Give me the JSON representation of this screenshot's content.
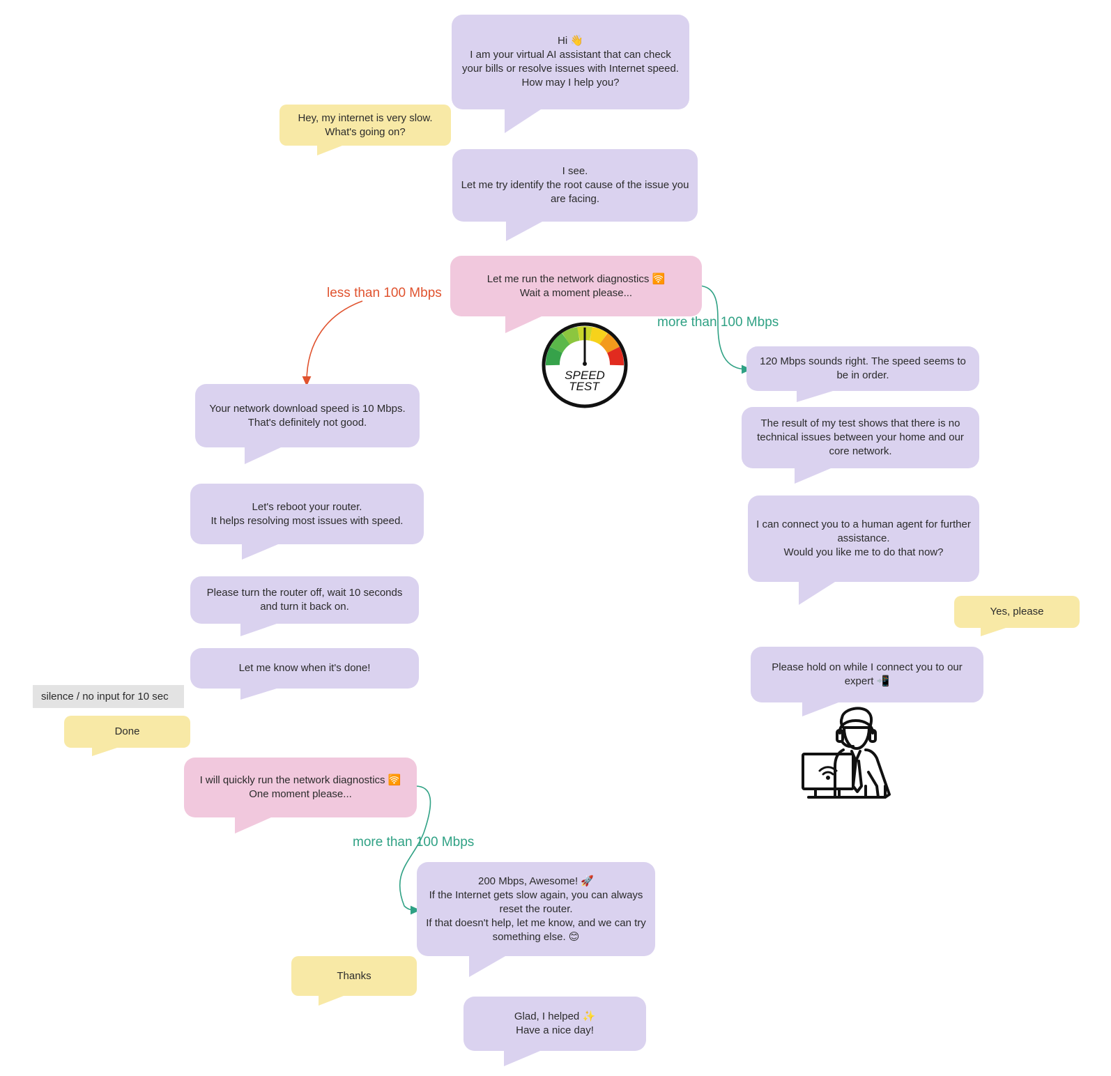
{
  "colors": {
    "bot_bubble": "#dad2ef",
    "diagnostic_bubble": "#f1c8dd",
    "user_bubble": "#f8e9a6",
    "note": "#e3e3e3",
    "less_branch": "#e0532f",
    "more_branch": "#2fa184"
  },
  "messages": {
    "greeting": "Hi 👋\nI am your virtual AI assistant that can check your bills or resolve issues with Internet speed.\nHow may I help you?",
    "user_slow": "Hey, my internet is very slow.\nWhat's going on?",
    "i_see": "I see.\nLet me try identify the root cause of the issue you are facing.",
    "run_diag": "Let me run the network diagnostics 🛜\nWait a moment please...",
    "speed_10": "Your network download speed is 10 Mbps.\nThat's definitely not good.",
    "reboot": "Let's reboot your router.\nIt helps resolving most issues with speed.",
    "turn_off": "Please turn the router off, wait 10 seconds and turn it back on.",
    "let_me_know": "Let me know when it's done!",
    "silence": "silence / no input for 10 sec",
    "done": "Done",
    "quick_diag": "I will quickly run the network diagnostics 🛜\nOne moment please...",
    "speed_200": "200 Mbps, Awesome! 🚀\nIf the Internet gets slow again, you can always reset the router.\nIf that doesn't help, let me know, and we can try something else. 😊",
    "thanks": "Thanks",
    "glad": "Glad, I helped ✨\nHave a nice day!",
    "speed_120": "120 Mbps sounds right. The speed seems to be in order.",
    "result": "The result of my test shows that there is no technical issues between your home and our core network.",
    "human_agent": "I can connect you to a human agent for further assistance.\nWould you like me to do that now?",
    "yes_please": "Yes, please",
    "hold_on": "Please hold on while I connect you to our expert 📲"
  },
  "edges": {
    "less": "less than 100 Mbps",
    "more_top": "more than 100 Mbps",
    "more_bottom": "more than 100 Mbps"
  },
  "speedometer": {
    "line1": "SPEED",
    "line2": "TEST"
  },
  "icons": {
    "gauge": "speed-test-gauge-icon",
    "agent": "support-agent-icon"
  }
}
